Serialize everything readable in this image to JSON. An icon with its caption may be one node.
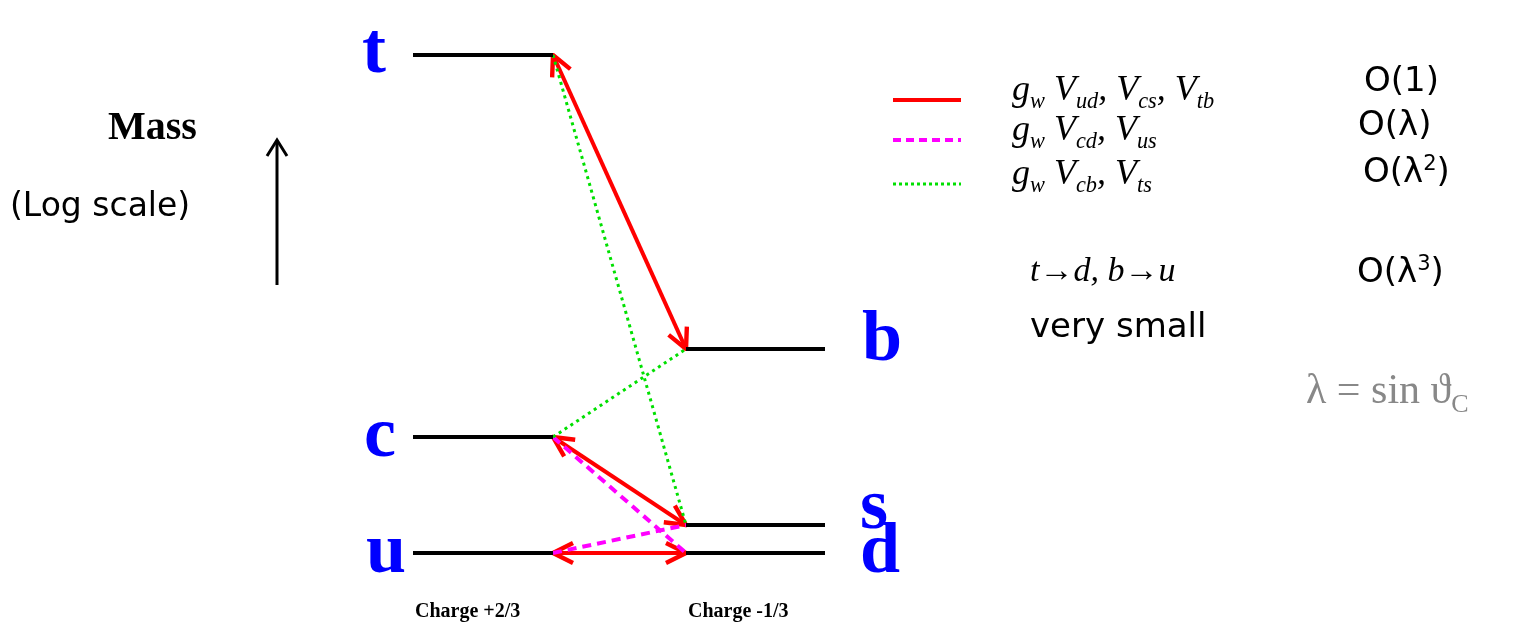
{
  "diagram": {
    "nodes": [
      {
        "text": [],
        "shape": "bar",
        "beside": [
          "t"
        ]
      },
      {
        "text": [],
        "shape": "bar",
        "beside": [
          "c"
        ]
      },
      {
        "text": [],
        "shape": "bar",
        "beside": [
          "u"
        ]
      },
      {
        "text": [],
        "shape": "bar",
        "beside": [
          "b"
        ]
      },
      {
        "text": [],
        "shape": "bar",
        "beside": [
          "s"
        ]
      },
      {
        "text": [],
        "shape": "bar",
        "beside": [
          "d"
        ]
      }
    ],
    "edges": [
      {
        "from": 0,
        "to": 3,
        "arrow": "both"
      },
      {
        "from": 1,
        "to": 4,
        "arrow": "both"
      },
      {
        "from": 2,
        "to": 5,
        "arrow": "both"
      },
      {
        "from": 1,
        "to": 5,
        "arrow": "none",
        "style": "dashed",
        "color": "#ff00ff"
      },
      {
        "from": 2,
        "to": 4,
        "arrow": "none",
        "style": "dashed",
        "color": "#ff00ff"
      },
      {
        "from": 0,
        "to": 4,
        "arrow": "none",
        "style": "dashed",
        "color": "#00e000"
      },
      {
        "from": 1,
        "to": 3,
        "arrow": "none",
        "style": "dashed",
        "color": "#00e000"
      }
    ],
    "labels": [
      "Mass",
      "(Log scale)",
      "O(1)",
      "O(λ)",
      "O(λ$^{2}$)",
      "t→d, b→u",
      "O(λ$^{3}$)",
      "very small",
      "λ = sin ϑ$_{C}$",
      "Charge +2/3",
      "Charge -1/3"
    ],
    "legend": [
      {
        "text": "g$_{w}$ V$_{ud}$, V$_{cs}$, V$_{tb}$"
      },
      {
        "text": "g$_{w}$ V$_{cd}$, V$_{us}$"
      },
      {
        "text": "g$_{w}$ V$_{cb}$, V$_{ts}$"
      }
    ]
  }
}
